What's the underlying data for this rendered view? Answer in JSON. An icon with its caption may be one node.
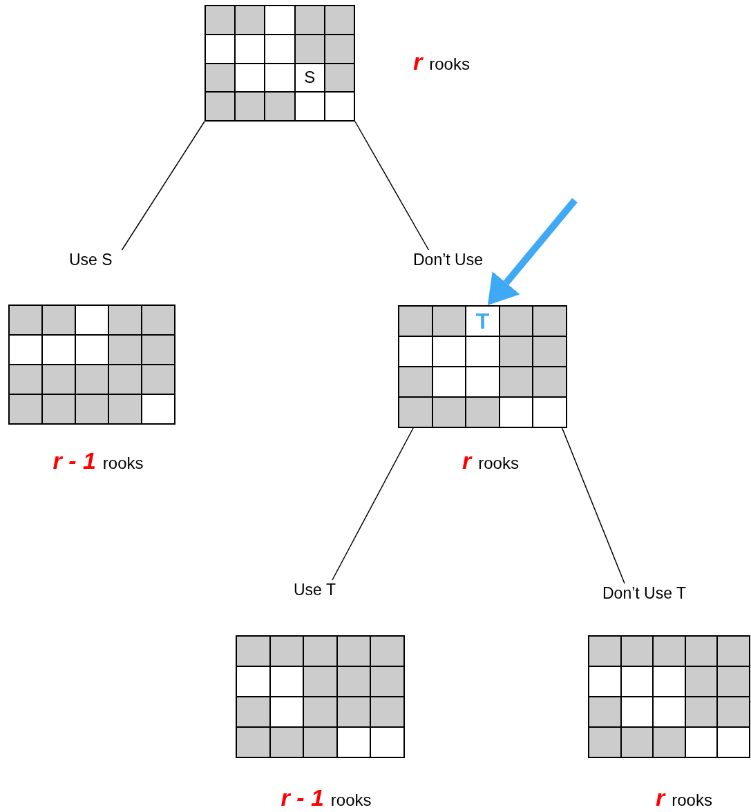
{
  "diagram": {
    "nodes": [
      {
        "text": [
          "S"
        ],
        "beside": [
          "r",
          "rooks"
        ]
      },
      {
        "text": [
          "Use S"
        ]
      },
      {
        "text": [
          "Don’t Use"
        ]
      },
      {
        "text": [],
        "shape": "grid",
        "beside": [
          "r - 1",
          "rooks"
        ]
      },
      {
        "text": [
          "T"
        ],
        "beside": [
          "r",
          "rooks"
        ]
      },
      {
        "text": [
          "Use T"
        ]
      },
      {
        "text": [
          "Don’t Use T"
        ]
      },
      {
        "text": [],
        "shape": "grid",
        "beside": [
          "r - 1",
          "rooks"
        ]
      },
      {
        "text": [],
        "shape": "grid",
        "beside": [
          "r",
          "rooks"
        ]
      }
    ],
    "edges": [
      {
        "from": 0,
        "to": 1,
        "arrow": "none"
      },
      {
        "from": 0,
        "to": 2,
        "arrow": "none"
      },
      {
        "from": null,
        "to": 4,
        "arrow": "to",
        "style": "thick",
        "color": "#3fa9f5"
      },
      {
        "from": 4,
        "to": 5,
        "arrow": "none"
      },
      {
        "from": 4,
        "to": 6,
        "arrow": "none"
      }
    ]
  }
}
